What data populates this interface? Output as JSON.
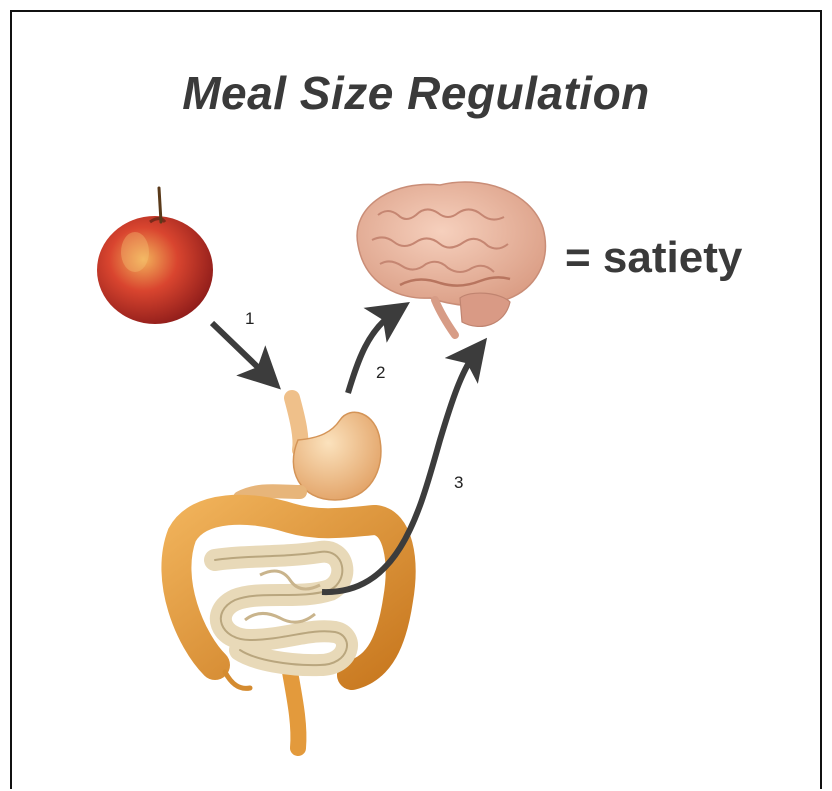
{
  "title": "Meal Size Regulation",
  "result": "= satiety",
  "steps": [
    {
      "label": "1",
      "from": "apple",
      "to": "stomach"
    },
    {
      "label": "2",
      "from": "stomach",
      "to": "brain"
    },
    {
      "label": "3",
      "from": "intestines",
      "to": "brain"
    }
  ],
  "colors": {
    "text": "#3a3a3a",
    "arrow": "#3c3c3c",
    "apple": "#c9302c",
    "brain": "#e9b39c",
    "stomach": "#f2c48e",
    "colon": "#e39a3c",
    "small_intestine": "#e8d9b8"
  },
  "icons": [
    "apple-icon",
    "brain-icon",
    "stomach-icon",
    "intestines-icon"
  ]
}
